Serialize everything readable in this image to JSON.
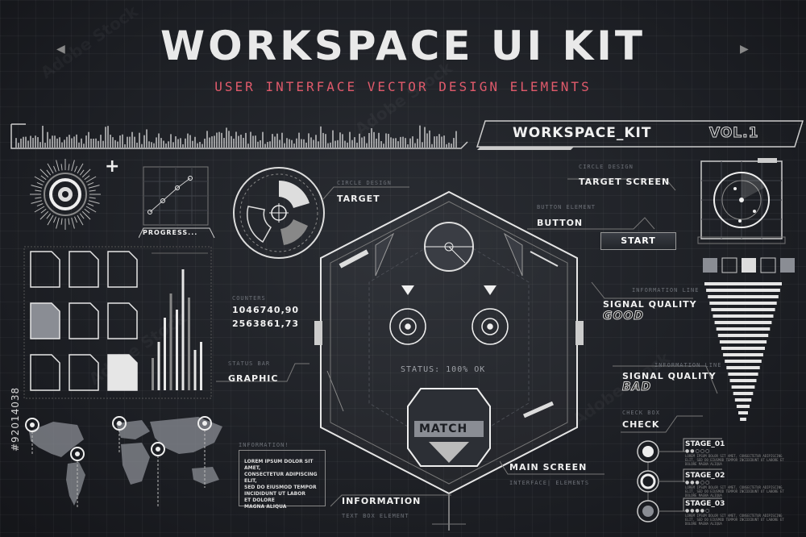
{
  "header": {
    "title": "WORKSPACE UI KIT",
    "subtitle": "USER INTERFACE VECTOR DESIGN ELEMENTS",
    "kit_title": "WORKSPACE_KIT",
    "kit_version": "VOL.1"
  },
  "colors": {
    "accent": "#e05a6b",
    "background": "#1b1d22",
    "line": "#e6e6e6"
  },
  "left": {
    "progress_label": "PROGRESS...",
    "counters_small": "COUNTERS",
    "counter_1": "1046740,90",
    "counter_2": "2563861,73",
    "status_bar_small": "STATUS BAR",
    "graphic_label": "GRAPHIC",
    "information_small": "INFORMATION!",
    "information_lines": [
      "LOREM IPSUM DOLOR SIT AMET,",
      "CONSECTETUR ADIPISCING ELIT,",
      "SED DO EIUSMOD TEMPOR",
      "INCIDIDUNT UT LABOR",
      "ET DOLORE",
      "MAGNA ALIQUA"
    ],
    "stock_id": "#92014038"
  },
  "center": {
    "circle_design_small": "CIRCLE DESIGN",
    "target_label": "TARGET",
    "status": "STATUS: 100% OK",
    "match_label": "MATCH",
    "main_screen_label": "MAIN SCREEN",
    "main_screen_small": "INTERFACE| ELEMENTS",
    "information_label": "INFORMATION",
    "text_box_small": "TEXT BOX ELEMENT"
  },
  "right": {
    "circle_design_small": "CIRCLE DESIGN",
    "target_screen_label": "TARGET SCREEN",
    "button_element_small": "BUTTON ELEMENT",
    "button_label": "BUTTON",
    "start_button": "START",
    "info_line_small_1": "INFORMATION LINE",
    "signal_quality_1": "SIGNAL QUALITY",
    "signal_value_1": "GOOD",
    "info_line_small_2": "INFORMATION LINE",
    "signal_quality_2": "SIGNAL QUALITY",
    "signal_value_2": "BAD",
    "check_box_small": "CHECK BOX",
    "check_label": "CHECK",
    "stages": [
      {
        "label": "STAGE_01",
        "text": "LOREM IPSUM DOLOR SIT AMET, CONSECTETUR ADIPISCING ELIT, SED DO EIUSMOD TEMPOR INCIDIDUNT UT LABORE ET DOLORE MAGNA ALIQUA"
      },
      {
        "label": "STAGE_02",
        "text": "LOREM IPSUM DOLOR SIT AMET, CONSECTETUR ADIPISCING ELIT, SED DO EIUSMOD TEMPOR INCIDIDUNT UT LABORE ET DOLORE MAGNA ALIQUA"
      },
      {
        "label": "STAGE_03",
        "text": "LOREM IPSUM DOLOR SIT AMET, CONSECTETUR ADIPISCING ELIT, SED DO EIUSMOD TEMPOR INCIDIDUNT UT LABORE ET DOLORE MAGNA ALIQUA"
      }
    ]
  },
  "watermark": "Adobe Stock"
}
